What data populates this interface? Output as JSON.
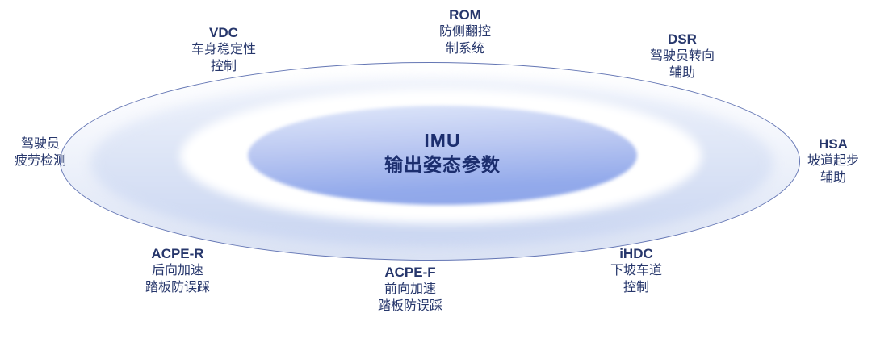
{
  "diagram": {
    "center": {
      "title": "IMU",
      "subtitle": "输出姿态参数"
    },
    "labels": {
      "vdc": {
        "lines": [
          "VDC",
          "车身稳定性",
          "控制"
        ]
      },
      "rom": {
        "lines": [
          "ROM",
          "防侧翻控",
          "制系统"
        ]
      },
      "dsr": {
        "lines": [
          "DSR",
          "驾驶员转向",
          "辅助"
        ]
      },
      "driver_fatigue": {
        "lines": [
          "驾驶员",
          "疲劳检测"
        ]
      },
      "hsa": {
        "lines": [
          "HSA",
          "坡道起步",
          "辅助"
        ]
      },
      "acpe_r": {
        "lines": [
          "ACPE-R",
          "后向加速",
          "踏板防误踩"
        ]
      },
      "acpe_f": {
        "lines": [
          "ACPE-F",
          "前向加速",
          "踏板防误踩"
        ]
      },
      "ihdc": {
        "lines": [
          "iHDC",
          "下坡车道",
          "控制"
        ]
      }
    },
    "colors": {
      "label_text": "#27376c",
      "center_text": "#1c2e6e",
      "ellipse_stroke": "#6476b4",
      "inner_gradient_top": "#e0e8fa",
      "inner_gradient_bottom": "#8da5e9",
      "middle_band": "#ccd8f1",
      "white_ring": "#ffffff",
      "outer_fill_bottom": "#dae2f4",
      "background": "#ffffff"
    }
  }
}
